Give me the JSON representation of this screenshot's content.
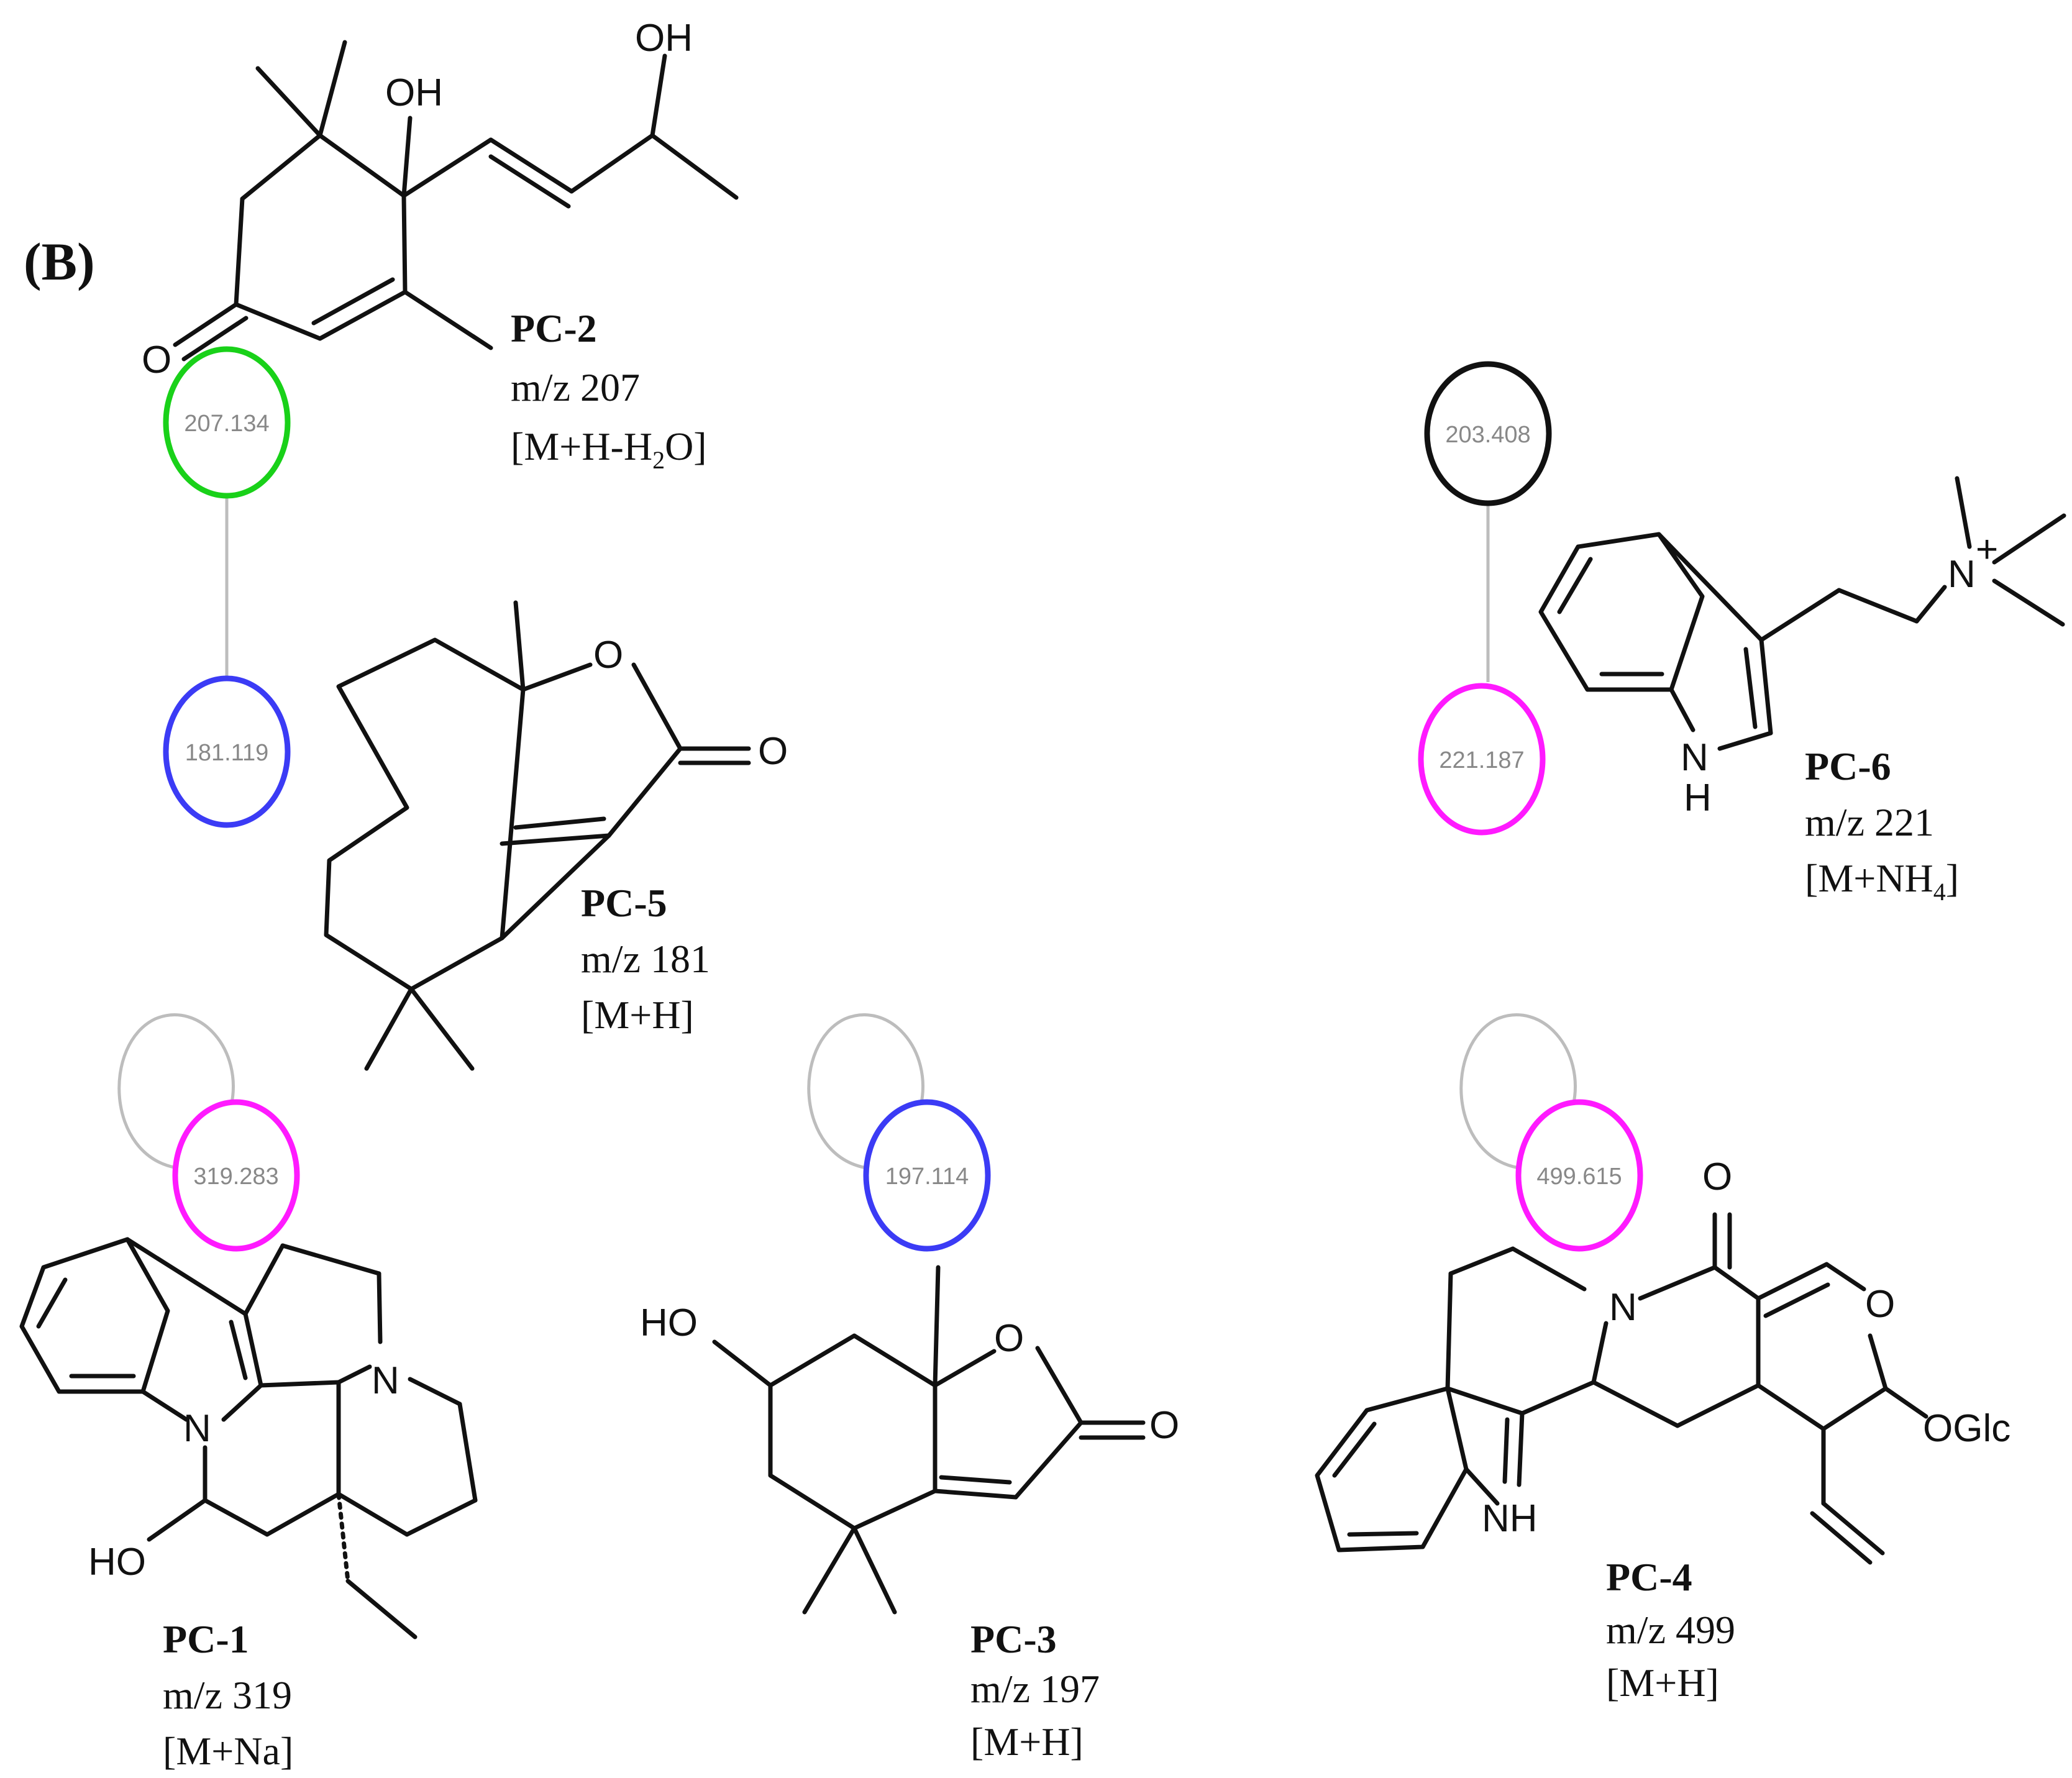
{
  "panel_label": "(B)",
  "colors": {
    "green": "#19d119",
    "blue": "#3b3bf5",
    "magenta": "#ff1aff",
    "black": "#111111",
    "edge": "#bdbdbd"
  },
  "network_nodes": [
    {
      "id": "n207",
      "label": "207.134",
      "color": "green"
    },
    {
      "id": "n181",
      "label": "181.119",
      "color": "blue"
    },
    {
      "id": "n203",
      "label": "203.408",
      "color": "black"
    },
    {
      "id": "n221",
      "label": "221.187",
      "color": "magenta"
    },
    {
      "id": "n319",
      "label": "319.283",
      "color": "magenta"
    },
    {
      "id": "n197",
      "label": "197.114",
      "color": "blue"
    },
    {
      "id": "n499",
      "label": "499.615",
      "color": "magenta"
    }
  ],
  "network_edges": [
    {
      "from": "n207",
      "to": "n181"
    },
    {
      "from": "n203",
      "to": "n221"
    },
    {
      "from": "n319",
      "to": "n319"
    },
    {
      "from": "n197",
      "to": "n197"
    },
    {
      "from": "n499",
      "to": "n499"
    }
  ],
  "compounds": {
    "pc2": {
      "name": "PC-2",
      "mz": "m/z 207",
      "adduct_pre": "[M+H-H",
      "adduct_sub": "2",
      "adduct_post": "O]"
    },
    "pc5": {
      "name": "PC-5",
      "mz": "m/z 181",
      "adduct": "[M+H]"
    },
    "pc6": {
      "name": "PC-6",
      "mz": "m/z 221",
      "adduct_pre": "[M+NH",
      "adduct_sub": "4",
      "adduct_post": "]"
    },
    "pc1": {
      "name": "PC-1",
      "mz": "m/z 319",
      "adduct": "[M+Na]"
    },
    "pc3": {
      "name": "PC-3",
      "mz": "m/z 197",
      "adduct": "[M+H]"
    },
    "pc4": {
      "name": "PC-4",
      "mz": "m/z 499",
      "adduct": "[M+H]"
    }
  },
  "atoms": {
    "oh": "OH",
    "ho": "HO",
    "o": "O",
    "n": "N",
    "nh": "NH",
    "h": "H",
    "n_plus": "N",
    "plus": "+",
    "oglc": "OGlc"
  }
}
